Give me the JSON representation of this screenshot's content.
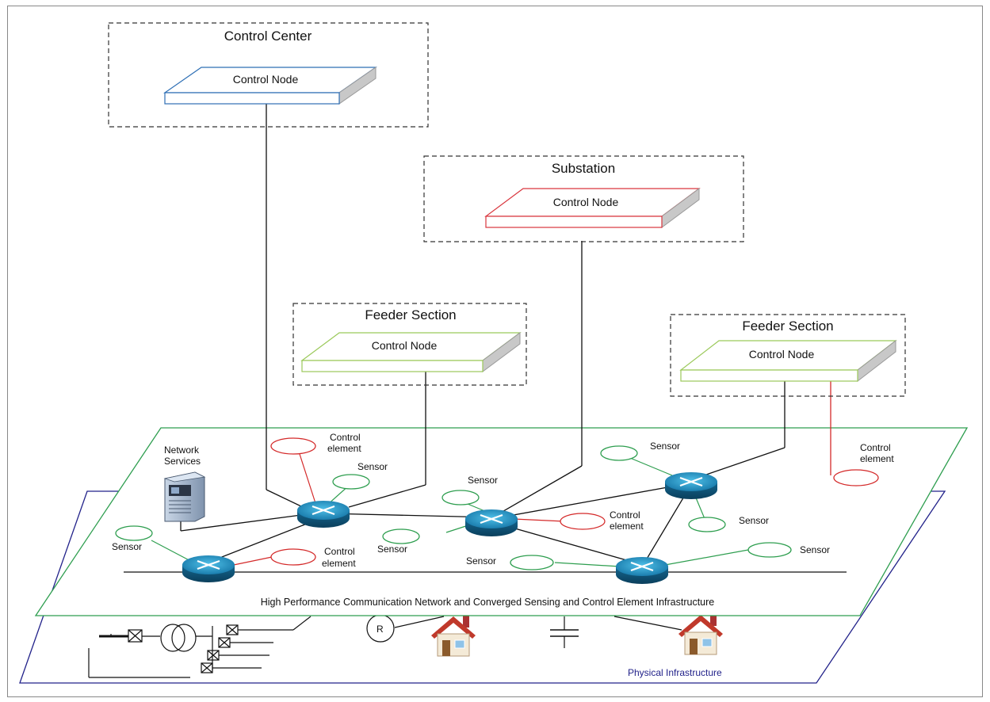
{
  "control_center": {
    "title": "Control Center",
    "node_label": "Control Node"
  },
  "substation": {
    "title": "Substation",
    "node_label": "Control Node"
  },
  "feeder_left": {
    "title": "Feeder Section",
    "node_label": "Control Node"
  },
  "feeder_right": {
    "title": "Feeder Section",
    "node_label": "Control Node"
  },
  "network": {
    "services_label_1": "Network",
    "services_label_2": "Services",
    "caption": "High Performance Communication Network and Converged Sensing and Control Element Infrastructure",
    "sensor_label": "Sensor",
    "control_element_1": "Control",
    "control_element_2": "element"
  },
  "physical": {
    "label": "Physical Infrastructure",
    "regulator_label": "R"
  },
  "colors": {
    "control_center": "#2e6fb5",
    "substation": "#d9363e",
    "feeder": "#9bc95a",
    "sensor": "#2e9e4f",
    "control_element": "#d42a2a",
    "network_plane": "#2e9e4f",
    "physical_plane": "#22228a",
    "router": "#1c8fbe"
  }
}
